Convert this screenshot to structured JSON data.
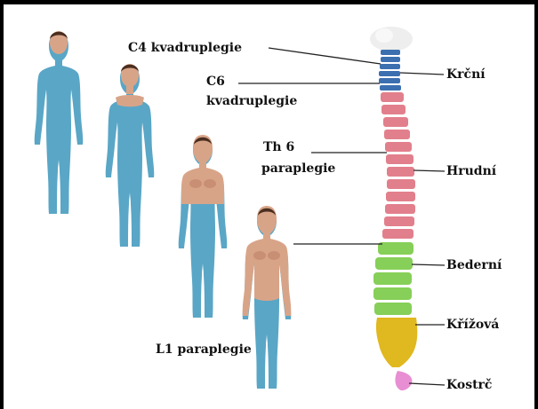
{
  "levels": {
    "c4": "C4 kvadruplegie",
    "c6_line1": "C6",
    "c6_line2": "kvadruplegie",
    "th6_line1": "Th 6",
    "th6_line2": "paraplegie",
    "l1": "L1 paraplegie"
  },
  "regions": {
    "cervical": "Krční",
    "thoracic": "Hrudní",
    "lumbar": "Bederní",
    "sacral": "Křížová",
    "coccyx": "Kostrč"
  },
  "colors": {
    "paralyzed": "#5aa6c6",
    "skin": "#d8a488",
    "cervical": "#3c6fb0",
    "thoracic": "#e27f8c",
    "lumbar": "#86cf58",
    "sacral": "#e0b81f",
    "coccyx": "#e88ed3"
  }
}
